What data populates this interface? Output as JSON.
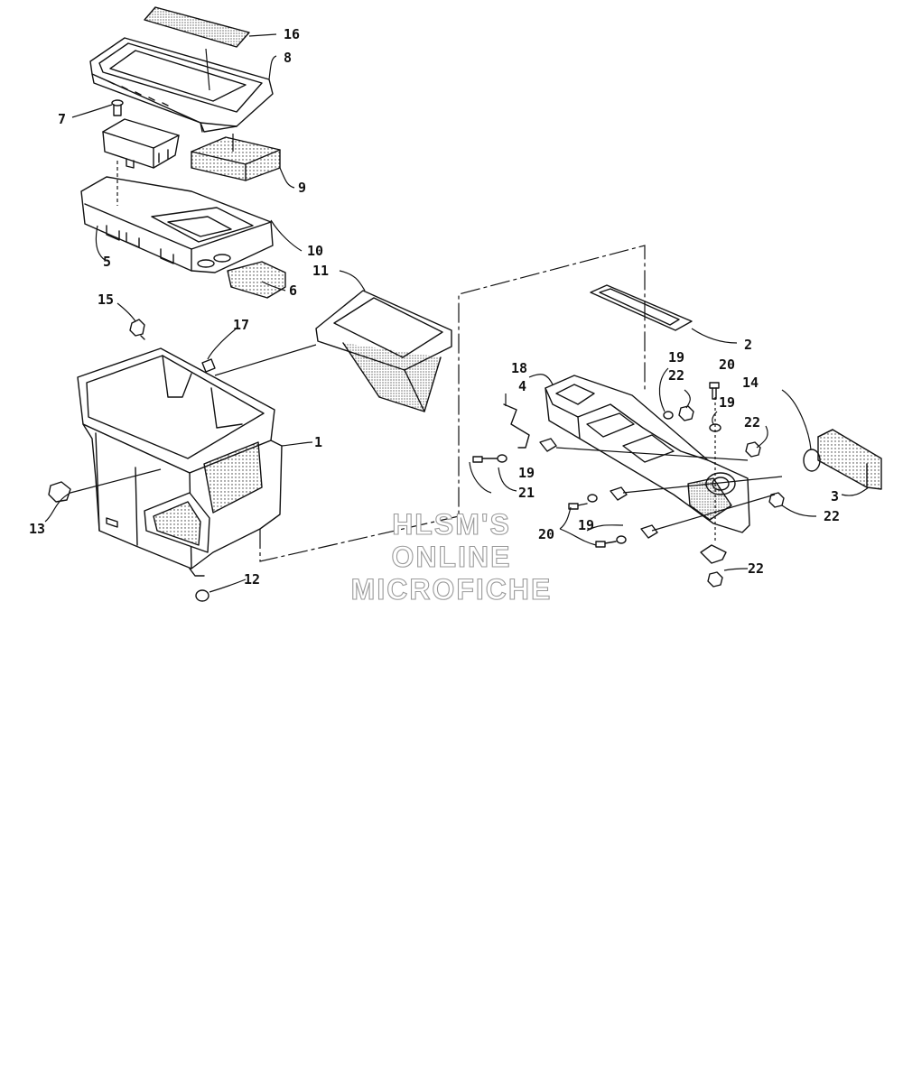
{
  "callouts": {
    "c1": "1",
    "c2": "2",
    "c3": "3",
    "c4": "4",
    "c5": "5",
    "c6": "6",
    "c7": "7",
    "c8": "8",
    "c9": "9",
    "c10": "10",
    "c11": "11",
    "c12": "12",
    "c13": "13",
    "c14": "14",
    "c15": "15",
    "c16": "16",
    "c17": "17",
    "c18": "18",
    "c19a": "19",
    "c19b": "19",
    "c19c": "19",
    "c19d": "19",
    "c20a": "20",
    "c20b": "20",
    "c21": "21",
    "c22a": "22",
    "c22b": "22",
    "c22c": "22",
    "c22d": "22"
  },
  "watermark": {
    "line1": "HLSM'S",
    "line2": "ONLINE",
    "line3": "MICROFICHE"
  },
  "colors": {
    "ink": "#111111",
    "watermark_outline": "#9a9a9a",
    "background": "#ffffff"
  }
}
